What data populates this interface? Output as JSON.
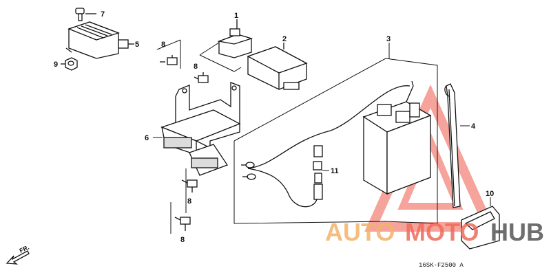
{
  "callouts": {
    "c1": "1",
    "c2": "2",
    "c3": "3",
    "c4": "4",
    "c5": "5",
    "c6": "6",
    "c7": "7",
    "c8a": "8",
    "c8b": "8",
    "c8c": "8",
    "c8d": "8",
    "c9": "9",
    "c10": "10",
    "c11": "11"
  },
  "direction_label": "FR.",
  "drawing_code": "16SK-F2500 A",
  "watermark": {
    "part1": "AUTO",
    "part2": "MOTO",
    "part3": "HUB",
    "colors": {
      "auto": "#f3b36a",
      "moto": "#ef6b5b",
      "hub": "#555555",
      "triangle": "#ef5a4a"
    }
  }
}
